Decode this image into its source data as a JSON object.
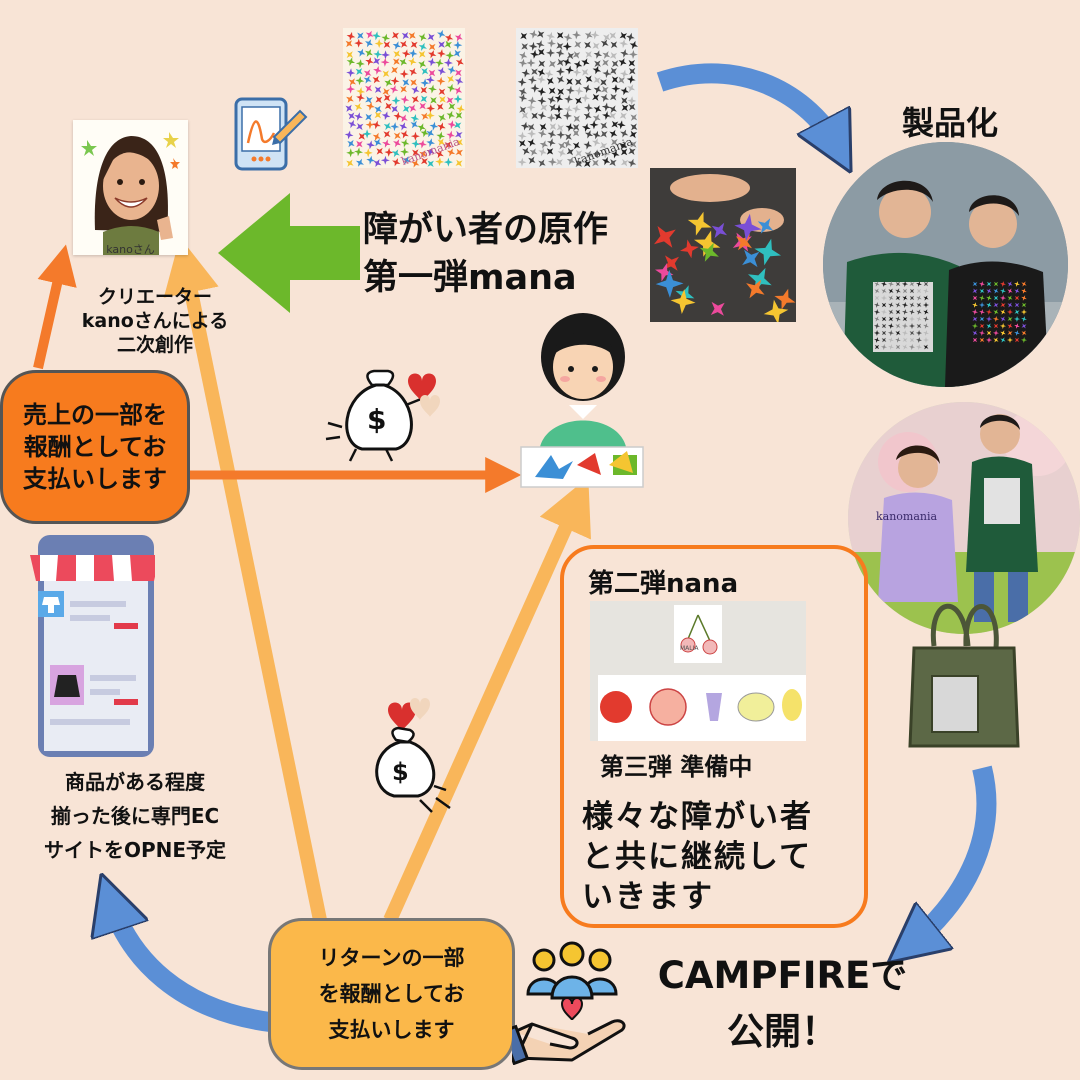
{
  "colors": {
    "background": "#f8e4d6",
    "orange_arrow": "#f47a2b",
    "light_orange_arrow": "#f9b65a",
    "green_arrow": "#6cb82b",
    "blue_arrow": "#5b8fd6",
    "orange_box": "#f77b1e",
    "yellow_box": "#fbb84a"
  },
  "creator": {
    "name_tag": "kanoさん",
    "caption": "クリエーター\nkanoさんによる\n二次創作"
  },
  "original": {
    "title": "障がい者の原作\n第一弾mana"
  },
  "product": {
    "title": "製品化"
  },
  "watermarks": {
    "pattern1": "kanomania",
    "pattern2": "kanomania",
    "shirt": "kanomania"
  },
  "reward": {
    "text": "売上の一部を\n報酬としてお\n支払いします"
  },
  "ec": {
    "text": "商品がある程度\n揃った後に専門EC\nサイトをOPNE予定"
  },
  "series": {
    "second": "第二弾nana",
    "drawing_label": "MALIA",
    "third": "第三弾 準備中",
    "continue": "様々な障がい者\nと共に継続して\nいきます"
  },
  "return_reward": {
    "text": "リターンの一部\nを報酬としてお\n支払いします"
  },
  "campfire": {
    "text": "CAMPFIREで\n公開！"
  },
  "icons": [
    "tablet-pen-icon",
    "money-bag-heart-icon",
    "money-bag-heart-icon",
    "crowdfunding-hand-icon",
    "shop-phone-icon"
  ]
}
